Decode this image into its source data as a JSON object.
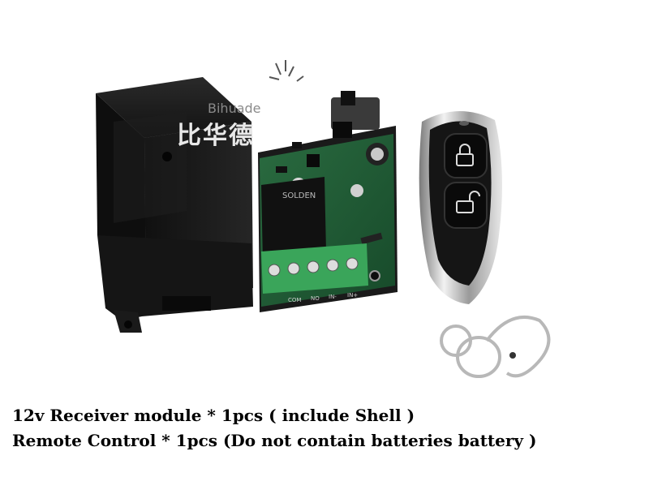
{
  "watermark": {
    "brand_latin": "Bihuade",
    "brand_chinese": "比华德"
  },
  "pcb_markings": {
    "relay_brand": "SOLDEN",
    "terminal_labels": [
      "COM",
      "NO",
      "IN-",
      "IN+"
    ]
  },
  "caption": {
    "line1": "12v Receiver module * 1pcs ( include Shell )",
    "line2": "Remote Control * 1pcs (Do not contain batteries battery )"
  },
  "colors": {
    "background": "#ffffff",
    "enclosure": "#1c1c1c",
    "pcb": "#1f5a35",
    "relay": "#1a1a1a",
    "terminal_block": "#3aa55a",
    "remote_body": "#151515",
    "remote_chrome": "#c8c8c8"
  },
  "icons": [
    "lock-icon",
    "unlock-icon",
    "keyring-icon"
  ]
}
